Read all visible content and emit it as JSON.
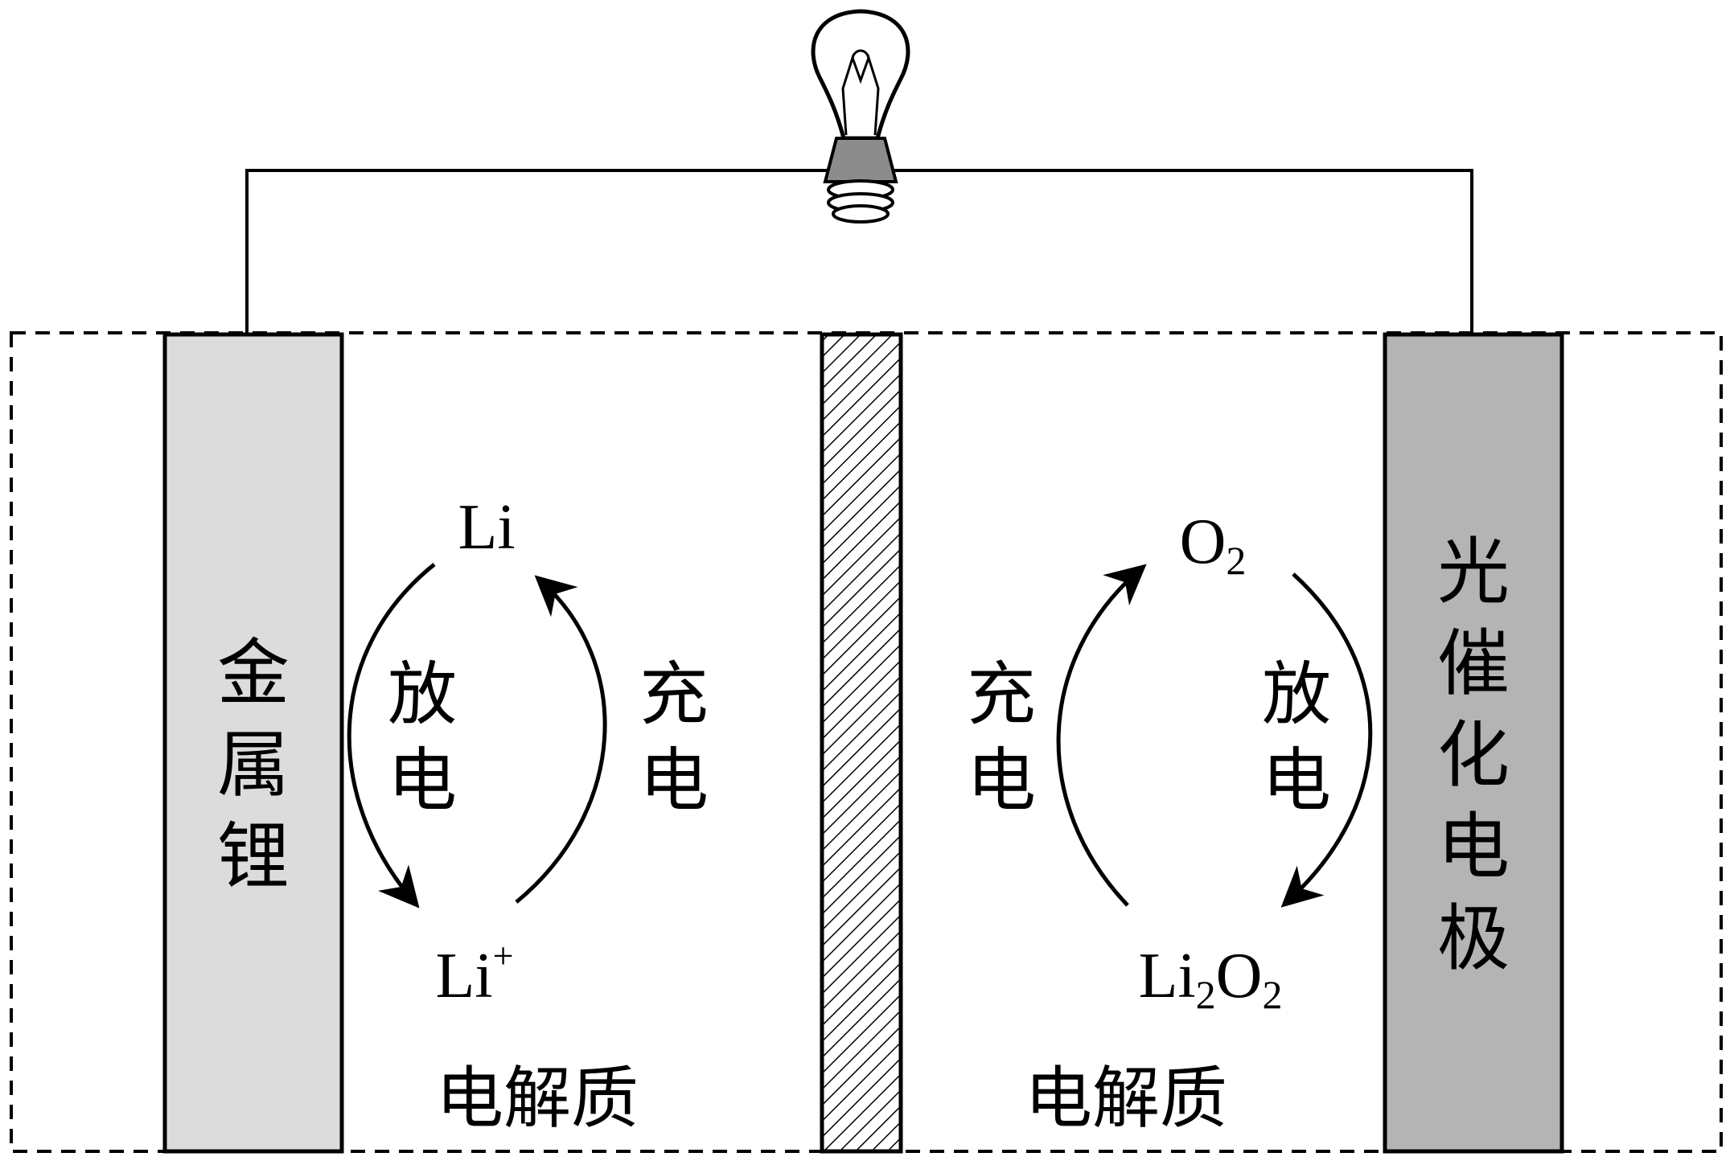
{
  "left_electrode": {
    "label": [
      "金",
      "属",
      "锂"
    ],
    "fill": "#dcdcdc"
  },
  "right_electrode": {
    "label": [
      "光",
      "催",
      "化",
      "电",
      "极"
    ],
    "fill": "#b4b4b4"
  },
  "separator": {
    "pattern": "diagonal-hatch"
  },
  "bulb": {
    "icon": "lightbulb-icon",
    "base_color": "#8c8c8c"
  },
  "left_cycle": {
    "top_species": "Li",
    "bottom_species": {
      "base": "Li",
      "sup": "+"
    },
    "discharge_label": [
      "放",
      "电"
    ],
    "charge_label": [
      "充",
      "电"
    ]
  },
  "right_cycle": {
    "top_species": {
      "base": "O",
      "sub": "2"
    },
    "bottom_species": {
      "p1": "Li",
      "s1": "2",
      "p2": "O",
      "s2": "2"
    },
    "charge_label": [
      "充",
      "电"
    ],
    "discharge_label": [
      "放",
      "电"
    ]
  },
  "electrolyte_left": "电解质",
  "electrolyte_right": "电解质"
}
